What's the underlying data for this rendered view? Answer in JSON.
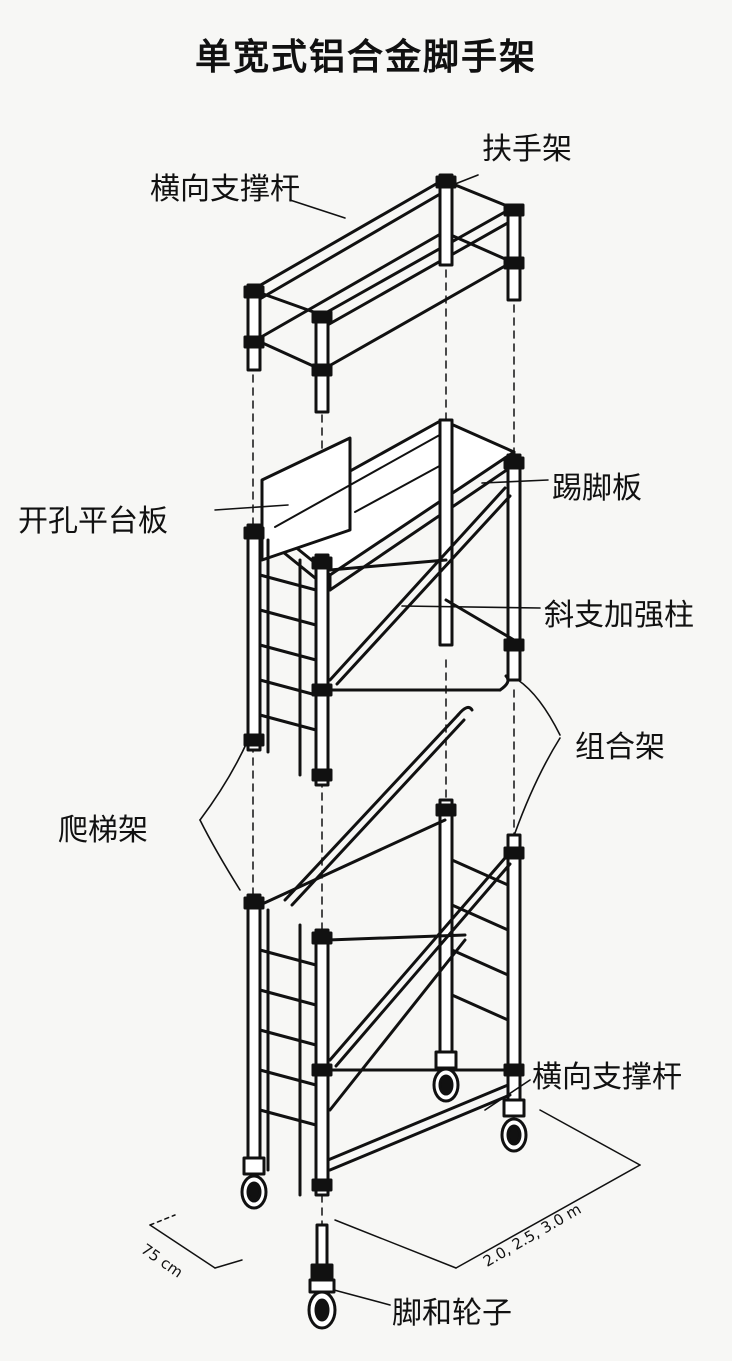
{
  "title": "单宽式铝合金脚手架",
  "labels": {
    "handrail_frame": "扶手架",
    "cross_brace_top": "横向支撑杆",
    "toe_board": "踢脚板",
    "trapdoor_platform": "开孔平台板",
    "diagonal_brace": "斜支加强柱",
    "combination_frame": "组合架",
    "ladder_frame": "爬梯架",
    "cross_brace_bottom": "横向支撑杆",
    "caster_wheel": "脚和轮子"
  },
  "dimensions": {
    "width": "75 cm",
    "length": "2.0, 2.5, 3.0 m"
  },
  "colors": {
    "ink": "#111111",
    "paper": "#f7f7f5",
    "tube_fill": "#ffffff"
  }
}
